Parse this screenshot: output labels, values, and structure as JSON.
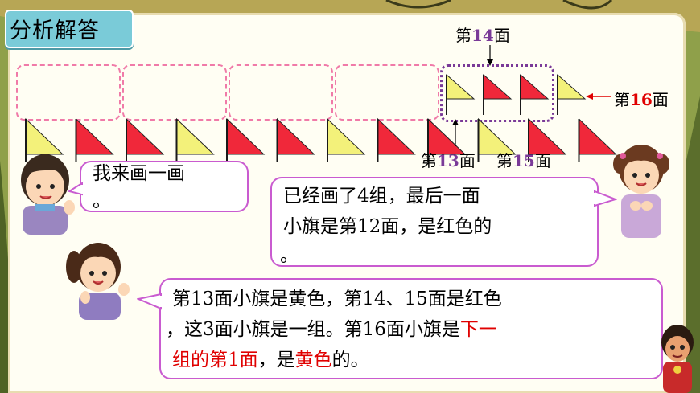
{
  "title": "分析解答",
  "labels": {
    "l14": {
      "pre": "第",
      "num": "14",
      "post": "面",
      "num_color": "#7a3a98"
    },
    "l16": {
      "pre": "第",
      "num": "16",
      "post": "面",
      "num_color": "#e00000"
    },
    "l13": {
      "pre": "第",
      "num": "13",
      "post": "面",
      "num_color": "#7a3a98"
    },
    "l15": {
      "pre": "第",
      "num": "15",
      "post": "面",
      "num_color": "#7a3a98"
    }
  },
  "flags": {
    "bottom_row": [
      "yellow",
      "red",
      "red",
      "yellow",
      "red",
      "red",
      "yellow",
      "red",
      "red",
      "yellow",
      "red",
      "red"
    ],
    "top_row": [
      "yellow",
      "red",
      "red",
      "yellow"
    ],
    "colors": {
      "yellow": "#f3f17a",
      "red": "#f0283a",
      "pole": "#1a1a1a"
    }
  },
  "bubbles": {
    "boy": {
      "line1": "我来画一画",
      "line2": "。"
    },
    "girl_right": {
      "line1": "已经画了4组，最后一面",
      "line2": "小旗是第12面，是红色的",
      "line3": "。"
    },
    "girl_left": {
      "line1": "第13面小旗是黄色，第14、15面是红色",
      "line2": "，这3面小旗是一组。第16面小旗是",
      "line2_red": "下一",
      "line3_red1": "组的第1面",
      "line3_mid": "，是",
      "line3_red2": "黄色",
      "line3_end": "的。"
    }
  },
  "colors": {
    "accent_pink": "#f07aa8",
    "accent_purple": "#7a3a98",
    "bubble_border": "#c95bd0",
    "title_tab": "#7acbd8"
  }
}
